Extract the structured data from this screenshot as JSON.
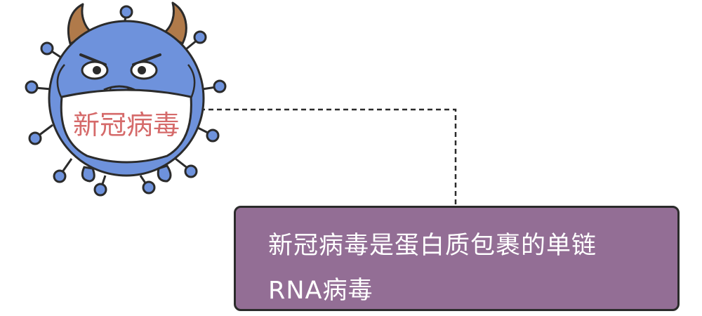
{
  "colors": {
    "virus_body": "#6e92dc",
    "virus_outline": "#2b2b2b",
    "horn": "#b07a4a",
    "mask": "#ffffff",
    "mask_text": "#d56a6a",
    "callout_bg": "#936e95",
    "callout_text": "#ffffff",
    "connector": "#2b2b2b"
  },
  "virus": {
    "mask_label": "新冠病毒"
  },
  "callout": {
    "line1": "新冠病毒是蛋白质包裹的单链",
    "line2": "RNA病毒"
  }
}
